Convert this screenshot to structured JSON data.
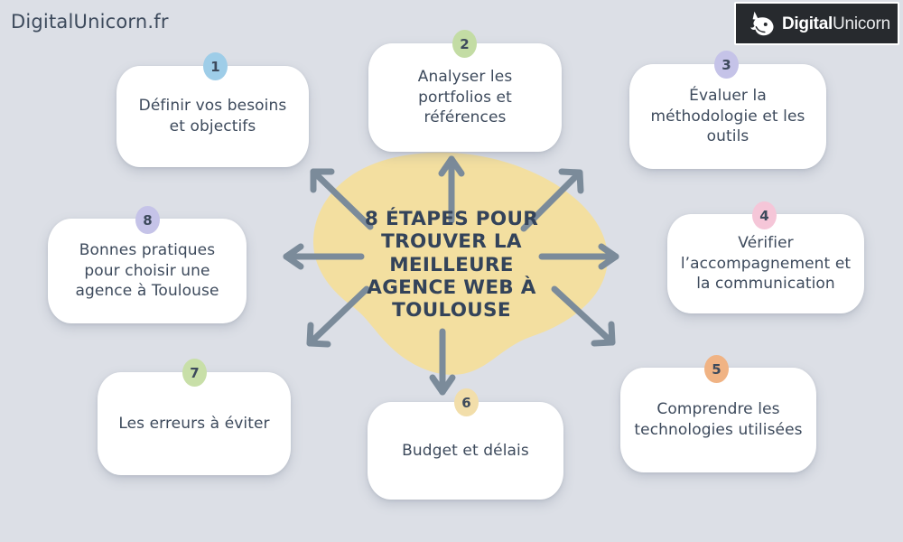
{
  "branding": {
    "site_text": "DigitalUnicorn.fr",
    "logo_bold": "Digital",
    "logo_light": "Unicorn",
    "logo_icon": "unicorn-head-icon",
    "logo_bg": "#272a2e"
  },
  "canvas": {
    "background_color": "#dcdfe6",
    "blob_color": "#f3dfa0",
    "arrow_color": "#7b8b9a",
    "text_color": "#3d4a5c"
  },
  "center": {
    "title": "8 ÉTAPES POUR TROUVER LA MEILLEURE AGENCE WEB À TOULOUSE",
    "title_lines": [
      "8 ÉTAPES POUR",
      "TROUVER LA",
      "MEILLEURE",
      "AGENCE WEB À",
      "TOULOUSE"
    ]
  },
  "arrows": {
    "count": 8,
    "directions": [
      "north",
      "northeast",
      "east",
      "southeast",
      "south",
      "southwest",
      "west",
      "northwest"
    ]
  },
  "steps": [
    {
      "number": "1",
      "label": "Définir vos besoins et objectifs",
      "lines": [
        "Définir vos besoins",
        "et objectifs"
      ],
      "badge_color": "#9ecde8",
      "position": "top-left"
    },
    {
      "number": "2",
      "label": "Analyser les portfolios et références",
      "lines": [
        "Analyser les",
        "portfolios et",
        "références"
      ],
      "badge_color": "#c3dca4",
      "position": "top-center"
    },
    {
      "number": "3",
      "label": "Évaluer la méthodologie et les outils",
      "lines": [
        "Évaluer la",
        "méthodologie et les",
        "outils"
      ],
      "badge_color": "#c5c3e8",
      "position": "top-right"
    },
    {
      "number": "4",
      "label": "Vérifier l’accompagnement et la communication",
      "lines": [
        "Vérifier",
        "l’accompagnement et",
        "la communication"
      ],
      "badge_color": "#f5c6d8",
      "position": "middle-right"
    },
    {
      "number": "5",
      "label": "Comprendre les technologies utilisées",
      "lines": [
        "Comprendre les",
        "technologies utilisées"
      ],
      "badge_color": "#f0b384",
      "position": "bottom-right"
    },
    {
      "number": "6",
      "label": "Budget et délais",
      "lines": [
        "Budget et délais"
      ],
      "badge_color": "#f2deaa",
      "position": "bottom-center"
    },
    {
      "number": "7",
      "label": "Les erreurs à éviter",
      "lines": [
        "Les erreurs à éviter"
      ],
      "badge_color": "#c8dfa8",
      "position": "bottom-left"
    },
    {
      "number": "8",
      "label": "Bonnes pratiques pour choisir une agence à Toulouse",
      "lines": [
        "Bonnes pratiques",
        "pour choisir une",
        "agence à Toulouse"
      ],
      "badge_color": "#c5c3e8",
      "position": "middle-left"
    }
  ]
}
